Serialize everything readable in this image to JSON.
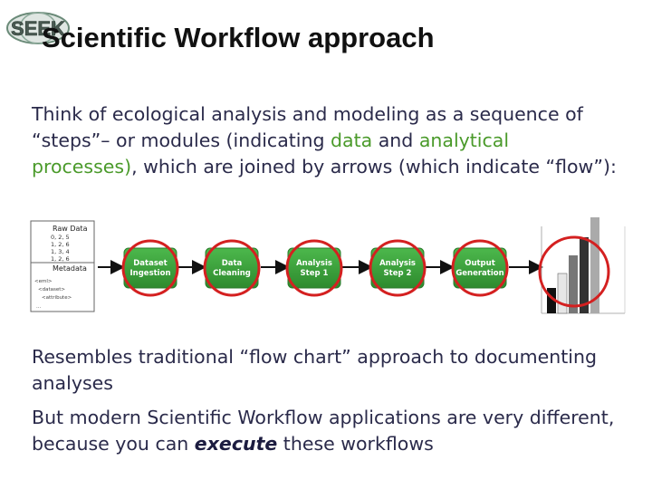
{
  "logo": {
    "text": "SEEK"
  },
  "title": "Scientific Workflow approach",
  "intro": {
    "part1": "Think of ecological analysis and modeling as a sequence of “steps”– or modules (indicating ",
    "data": "data",
    "and": " and ",
    "analytical": "analytical processes)",
    "part2": ", which are joined by arrows (which indicate “flow”):"
  },
  "workflow": {
    "raw_data_title": "Raw Data",
    "raw_rows": [
      "0,  2,  5",
      "1,  2,  6",
      "1,  3,  4",
      "1,  2,  6"
    ],
    "metadata_title": "Metadata",
    "metadata_lines": [
      "&lt;eml&gt;",
      "&lt;dataset&gt;",
      "&lt;attribute&gt;",
      "..."
    ],
    "steps": [
      {
        "line1": "Dataset",
        "line2": "Ingestion"
      },
      {
        "line1": "Data",
        "line2": "Cleaning"
      },
      {
        "line1": "Analysis",
        "line2": "Step 1"
      },
      {
        "line1": "Analysis",
        "line2": "Step 2"
      },
      {
        "line1": "Output",
        "line2": "Generation"
      }
    ],
    "colors": {
      "box": "#3aa33a",
      "box_border": "#2a7a2a",
      "circle": "#d42020",
      "arrow": "#111111"
    }
  },
  "para2": "Resembles traditional “flow chart” approach to documenting analyses",
  "para3": {
    "before": "But modern Scientific Workflow applications are very different, because you can ",
    "emph": "execute",
    "after": " these workflows"
  }
}
